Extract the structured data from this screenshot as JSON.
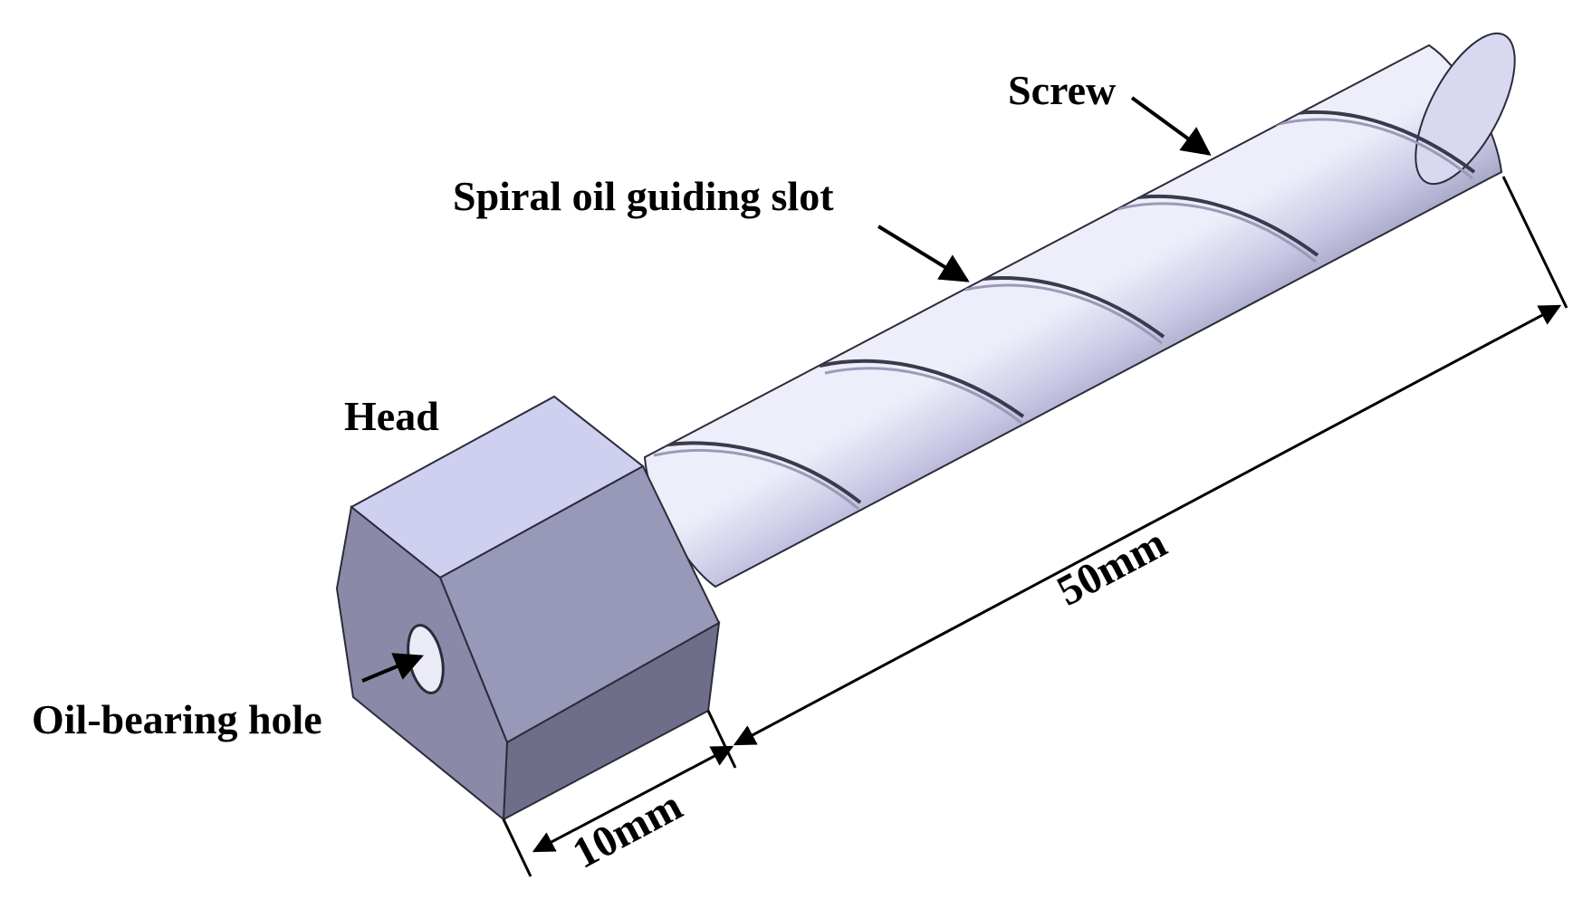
{
  "labels": {
    "screw": "Screw",
    "spiral_slot": "Spiral oil guiding slot",
    "head": "Head",
    "oil_hole": "Oil-bearing hole"
  },
  "dimensions": {
    "screw_length": "50mm",
    "head_length": "10mm"
  },
  "colors": {
    "body_light": "#e2e2f6",
    "body_mid": "#b4b4d6",
    "body_dark": "#7c7c9c",
    "hex_top": "#cfcff0",
    "hex_front": "#9898b8",
    "hex_front_lower": "#6e6e8a",
    "hex_side": "#8a8aa8",
    "outline": "#2b2b3a",
    "text": "#000000"
  }
}
